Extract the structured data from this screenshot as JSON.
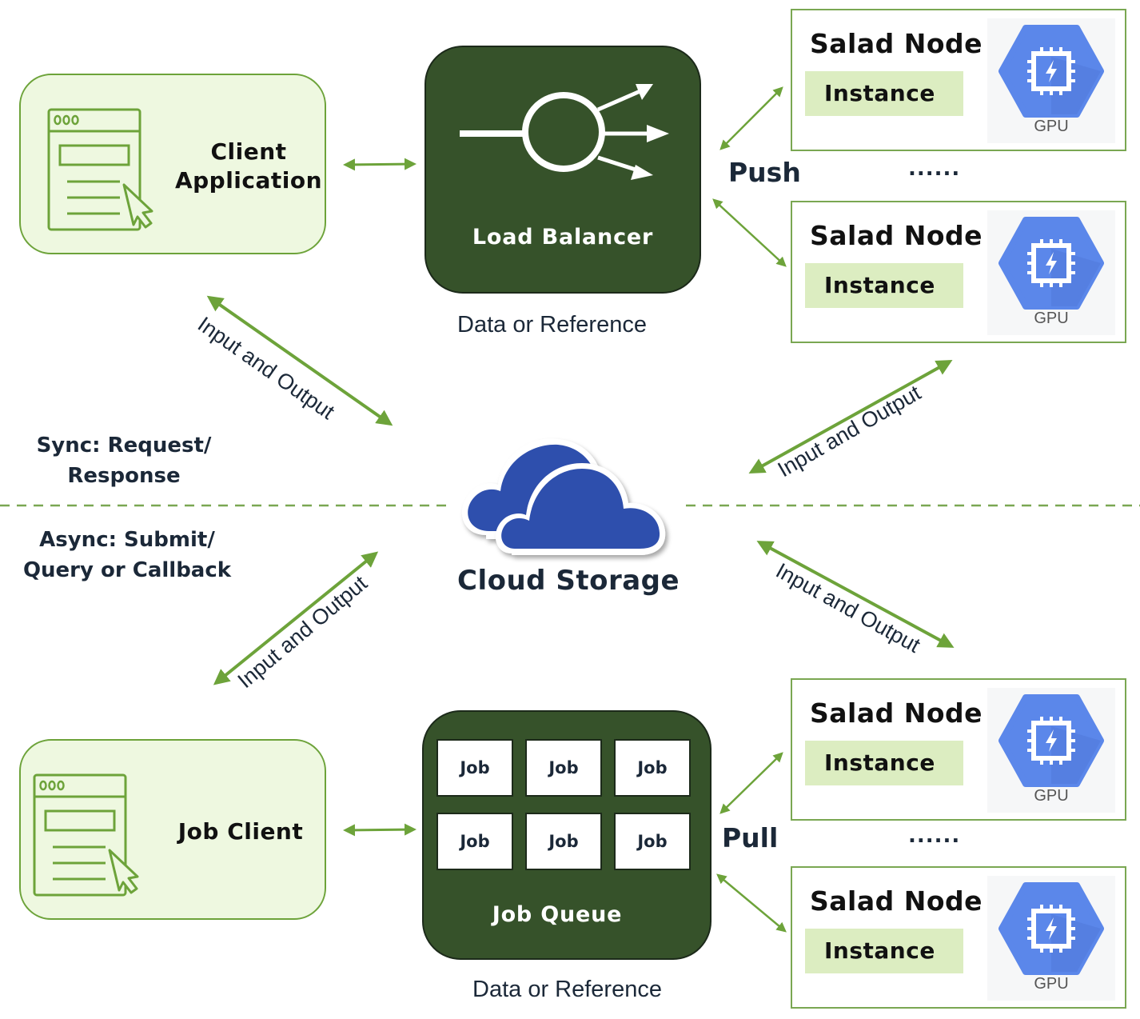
{
  "diagram": {
    "client_application": {
      "label_line1": "Client",
      "label_line2": "Application",
      "icon": "browser-window-with-cursor-icon"
    },
    "job_client": {
      "label": "Job Client",
      "icon": "browser-window-with-cursor-icon"
    },
    "load_balancer": {
      "label": "Load Balancer",
      "icon": "load-balancer-icon",
      "caption": "Data or Reference"
    },
    "job_queue": {
      "label": "Job Queue",
      "jobs": [
        "Job",
        "Job",
        "Job",
        "Job",
        "Job",
        "Job"
      ],
      "caption": "Data or Reference"
    },
    "cloud_storage": {
      "label": "Cloud Storage",
      "icon": "cloud-icon"
    },
    "modes": {
      "sync_line1": "Sync: Request/",
      "sync_line2": "Response",
      "async_line1": "Async: Submit/",
      "async_line2": "Query or Callback"
    },
    "push_label": "Push",
    "pull_label": "Pull",
    "ellipsis": "......",
    "io_label": "Input and Output",
    "salad_nodes": [
      {
        "title": "Salad Node",
        "instance": "Instance",
        "gpu_label": "GPU",
        "group": "push"
      },
      {
        "title": "Salad Node",
        "instance": "Instance",
        "gpu_label": "GPU",
        "group": "push"
      },
      {
        "title": "Salad Node",
        "instance": "Instance",
        "gpu_label": "GPU",
        "group": "pull"
      },
      {
        "title": "Salad Node",
        "instance": "Instance",
        "gpu_label": "GPU",
        "group": "pull"
      }
    ],
    "colors": {
      "arrow_green": "#6da33a",
      "dark_green": "#36522a",
      "light_green_fill": "#eef8e0",
      "instance_fill": "#dcedc1",
      "cloud_blue": "#2f4fad",
      "gpu_blue": "#5b87ea",
      "text_navy": "#1b2838"
    }
  }
}
